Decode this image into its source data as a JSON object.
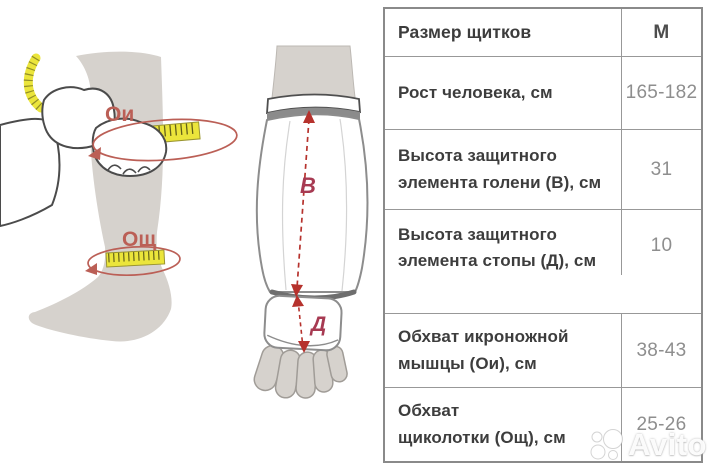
{
  "size_table": {
    "header": {
      "label": "Размер щитков",
      "value": "М"
    },
    "rows": [
      {
        "label": "Рост человека, см",
        "value": "165-182"
      },
      {
        "label": "Высота защитного\nэлемента голени (В), см",
        "value": "31"
      },
      {
        "label": "Высота защитного\nэлемента стопы (Д), см",
        "value": "10"
      },
      {
        "label": "Обхват икроножной\nмышцы (Ои), см",
        "value": "38-43"
      },
      {
        "label": "Обхват\nщиколотки (Ощ), см",
        "value": "25-26"
      }
    ]
  },
  "diagram": {
    "calf_label": "Ои",
    "ankle_label": "Ощ",
    "shin_letter": "В",
    "foot_letter": "Д"
  },
  "watermark": {
    "text": "Avito"
  },
  "colors": {
    "leg": "#d6d2cd",
    "tape": "#ebe53b",
    "tape-tick": "#63601a",
    "measure": "#bb5f56",
    "arrow": "#b6322d",
    "letter": "#a73a52",
    "table-border": "#8a8a8a",
    "label-text": "#3d3d3d",
    "value-text": "#8e8e8e"
  }
}
